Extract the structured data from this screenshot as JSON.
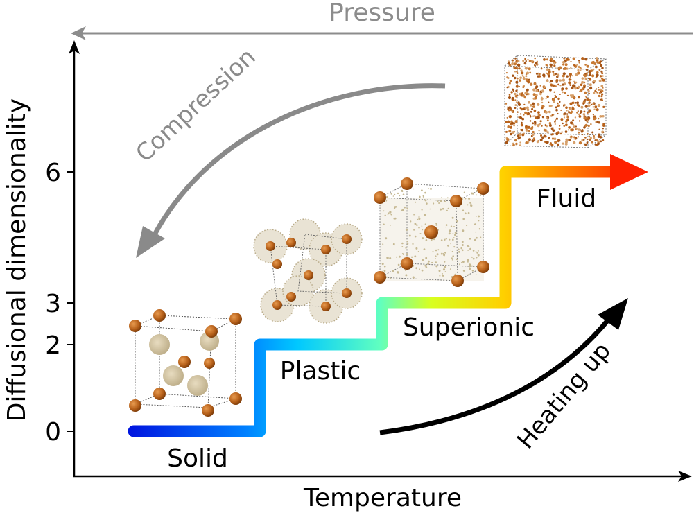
{
  "labels": {
    "pressure": "Pressure",
    "compression": "Compression",
    "heating_up": "Heating up",
    "x_axis": "Temperature",
    "y_axis": "Diffusional dimensionality"
  },
  "y_ticks": [
    "0",
    "2",
    "3",
    "6"
  ],
  "phases": {
    "solid": "Solid",
    "plastic": "Plastic",
    "superionic": "Superionic",
    "fluid": "Fluid"
  },
  "colors": {
    "pressure": "#8c8c8c",
    "compression": "#8a8a8a",
    "heating": "#000000",
    "atom": "#b8621b",
    "diffuse": "#c9bfa6",
    "gradient": [
      "#0018e0",
      "#00b4ff",
      "#40ffd0",
      "#c8ff30",
      "#ffc800",
      "#ff2a00"
    ]
  }
}
